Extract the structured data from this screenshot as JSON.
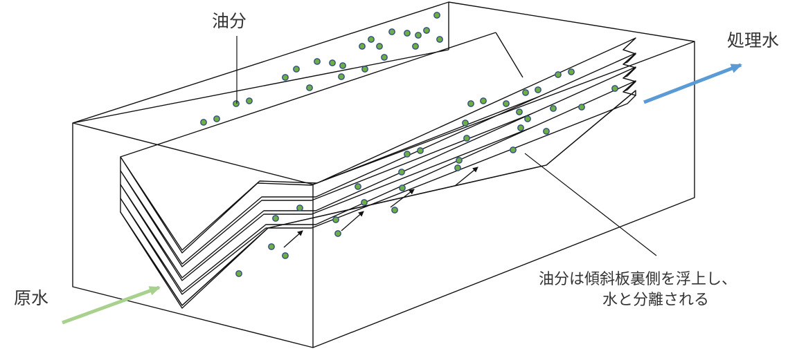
{
  "labels": {
    "oil": "油分",
    "treated_water": "処理水",
    "raw_water": "原水",
    "annotation_line1": "油分は傾斜板裏側を浮上し、",
    "annotation_line2": "水と分離される"
  },
  "colors": {
    "droplet_fill": "#70ad47",
    "droplet_stroke": "#2f4f7f",
    "inflow_arrow": "#a9d18e",
    "outflow_arrow": "#5b9bd5",
    "line": "#111111",
    "text": "#333333"
  },
  "icons": {
    "inflow": "raw-water-inflow-arrow",
    "outflow": "treated-water-outflow-arrow"
  }
}
